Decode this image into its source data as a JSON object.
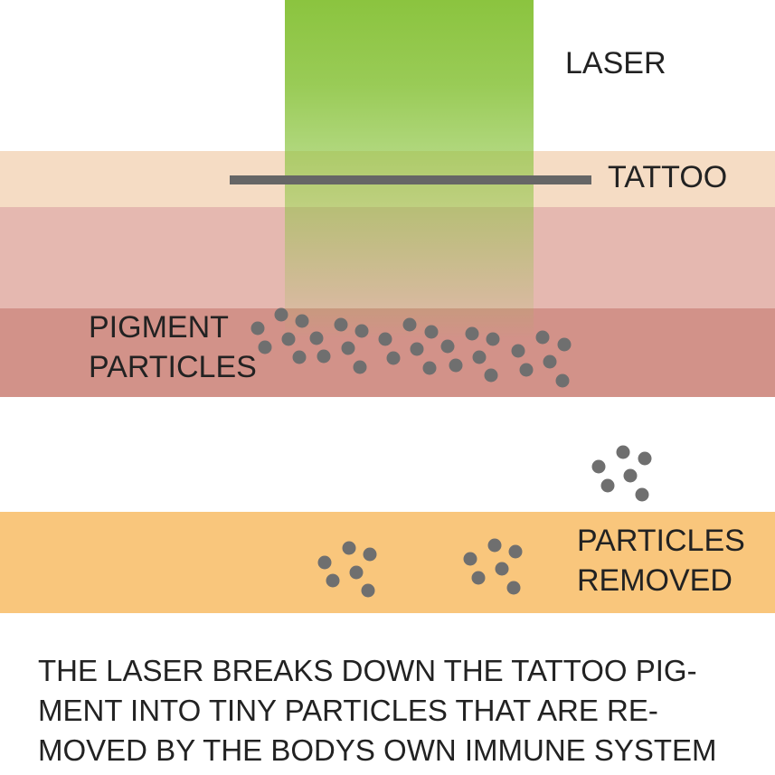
{
  "labels": {
    "laser": "LASER",
    "tattoo": "TATTOO",
    "pigment": "PIGMENT\nPARTICLES",
    "removed": "PARTICLES\nREMOVED"
  },
  "caption": "THE LASER BREAKS DOWN THE TATTOO PIG-\nMENT INTO TINY PARTICLES THAT ARE RE-\nMOVED BY THE BODYS OWN IMMUNE SYSTEM",
  "colors": {
    "laser": "#8bc43f",
    "tattoo_layer": "#f5dcc4",
    "skin_layer": "#e5b8b0",
    "pigment_layer": "#d29289",
    "lymph_layer": "#f9c67c",
    "particle": "#6f6f6f",
    "tattoo_ink": "#666666"
  }
}
